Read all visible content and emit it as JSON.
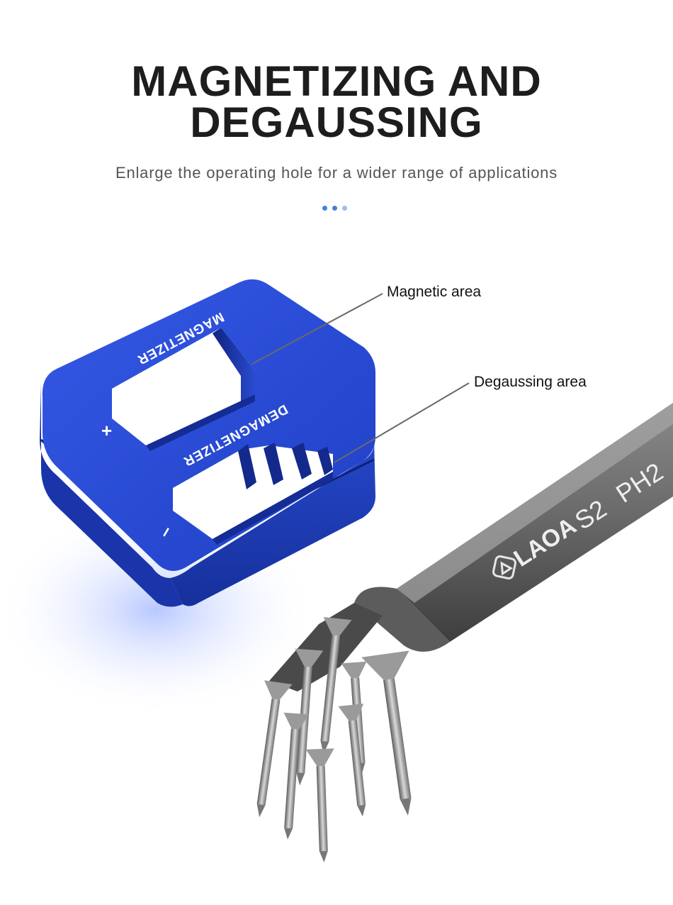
{
  "header": {
    "title_line1": "MAGNETIZING AND",
    "title_line2": "DEGAUSSING",
    "subtitle": "Enlarge the operating hole for a wider range of applications"
  },
  "product": {
    "body_color": "#2348d0",
    "magnetizer_label": "MAGNETIZER",
    "demagnetizer_label": "DEMAGNETIZER",
    "plus_sign": "+",
    "minus_sign": "–",
    "bit_brand": "LAOA",
    "bit_steel": "S2",
    "bit_type": "PH2"
  },
  "callouts": {
    "magnetic_area": "Magnetic area",
    "degaussing_area": "Degaussing area"
  },
  "icons": [
    "carousel-dot",
    "laoa-logo-icon",
    "screw-icon"
  ]
}
